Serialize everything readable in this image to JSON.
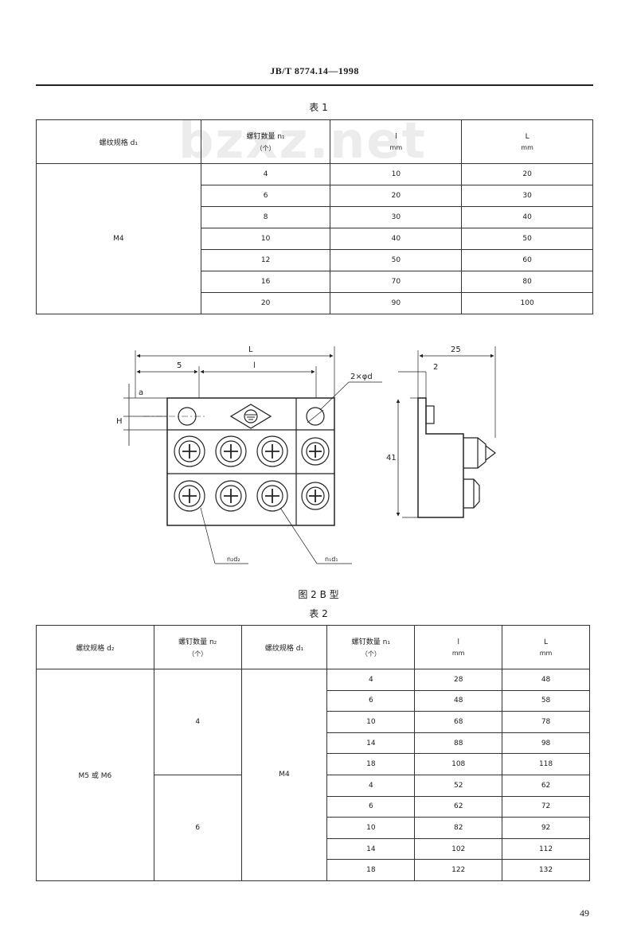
{
  "document": {
    "header": "JB/T 8774.14—1998",
    "watermark": "bzxz.net",
    "page_number": "49"
  },
  "table1": {
    "caption": "表 1",
    "headers": {
      "thread": "螺纹规格 d₁",
      "screw_count": "螺钉数量 n₁",
      "screw_count_unit": "（个）",
      "l": "l",
      "l_unit": "mm",
      "L": "L",
      "L_unit": "mm"
    },
    "thread_value": "M4",
    "rows": [
      {
        "n": "4",
        "l": "10",
        "L": "20"
      },
      {
        "n": "6",
        "l": "20",
        "L": "30"
      },
      {
        "n": "8",
        "l": "30",
        "L": "40"
      },
      {
        "n": "10",
        "l": "40",
        "L": "50"
      },
      {
        "n": "12",
        "l": "50",
        "L": "60"
      },
      {
        "n": "16",
        "l": "70",
        "L": "80"
      },
      {
        "n": "20",
        "l": "90",
        "L": "100"
      }
    ]
  },
  "figure": {
    "caption": "图 2  B 型",
    "labels": {
      "L": "L",
      "five": "5",
      "l": "l",
      "holes": "2×φd",
      "dim_a": "a",
      "dim_h": "H",
      "width_25": "25",
      "two": "2",
      "height_side": "41",
      "callout_left": "n₂d₂",
      "callout_right": "n₁d₁"
    }
  },
  "table2": {
    "caption": "表 2",
    "headers": {
      "thread2": "螺纹规格 d₂",
      "screw_count2": "螺钉数量 n₂",
      "screw_count2_unit": "（个）",
      "thread1": "螺纹规格 d₁",
      "screw_count1": "螺钉数量 n₁",
      "screw_count1_unit": "（个）",
      "l": "l",
      "l_unit": "mm",
      "L": "L",
      "L_unit": "mm"
    },
    "thread2_value": "M5 或 M6",
    "group_a_n2": "4",
    "group_b_n2": "6",
    "thread1_value": "M4",
    "rows": [
      {
        "n": "4",
        "l": "28",
        "L": "48"
      },
      {
        "n": "6",
        "l": "48",
        "L": "58"
      },
      {
        "n": "10",
        "l": "68",
        "L": "78"
      },
      {
        "n": "14",
        "l": "88",
        "L": "98"
      },
      {
        "n": "18",
        "l": "108",
        "L": "118"
      },
      {
        "n": "4",
        "l": "52",
        "L": "62"
      },
      {
        "n": "6",
        "l": "62",
        "L": "72"
      },
      {
        "n": "10",
        "l": "82",
        "L": "92"
      },
      {
        "n": "14",
        "l": "102",
        "L": "112"
      },
      {
        "n": "18",
        "l": "122",
        "L": "132"
      }
    ]
  }
}
